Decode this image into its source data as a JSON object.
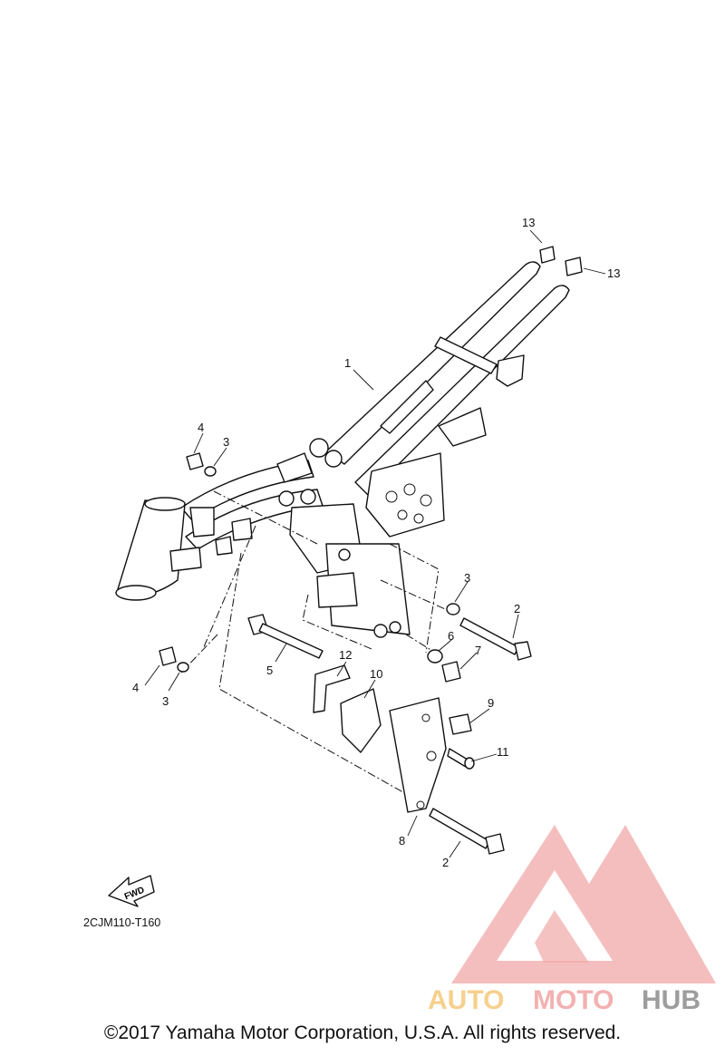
{
  "diagram": {
    "reference_code": "2CJM110-T160",
    "fwd_label": "FWD",
    "copyright": "©2017 Yamaha Motor Corporation, U.S.A. All rights reserved.",
    "watermark": {
      "brand_left": "AUTOMOTO",
      "brand_right": "HUB",
      "colors": {
        "triangle": "#f09a9a",
        "auto": "#f5c87a",
        "moto": "#f2a4a4",
        "hub": "#8c8c8c"
      }
    },
    "callouts": [
      {
        "id": "c1",
        "label": "1"
      },
      {
        "id": "c2a",
        "label": "2"
      },
      {
        "id": "c2b",
        "label": "2"
      },
      {
        "id": "c3a",
        "label": "3"
      },
      {
        "id": "c3b",
        "label": "3"
      },
      {
        "id": "c3c",
        "label": "3"
      },
      {
        "id": "c4a",
        "label": "4"
      },
      {
        "id": "c4b",
        "label": "4"
      },
      {
        "id": "c5",
        "label": "5"
      },
      {
        "id": "c6",
        "label": "6"
      },
      {
        "id": "c7",
        "label": "7"
      },
      {
        "id": "c8",
        "label": "8"
      },
      {
        "id": "c9",
        "label": "9"
      },
      {
        "id": "c10",
        "label": "10"
      },
      {
        "id": "c11",
        "label": "11"
      },
      {
        "id": "c12",
        "label": "12"
      },
      {
        "id": "c13a",
        "label": "13"
      },
      {
        "id": "c13b",
        "label": "13"
      }
    ]
  }
}
